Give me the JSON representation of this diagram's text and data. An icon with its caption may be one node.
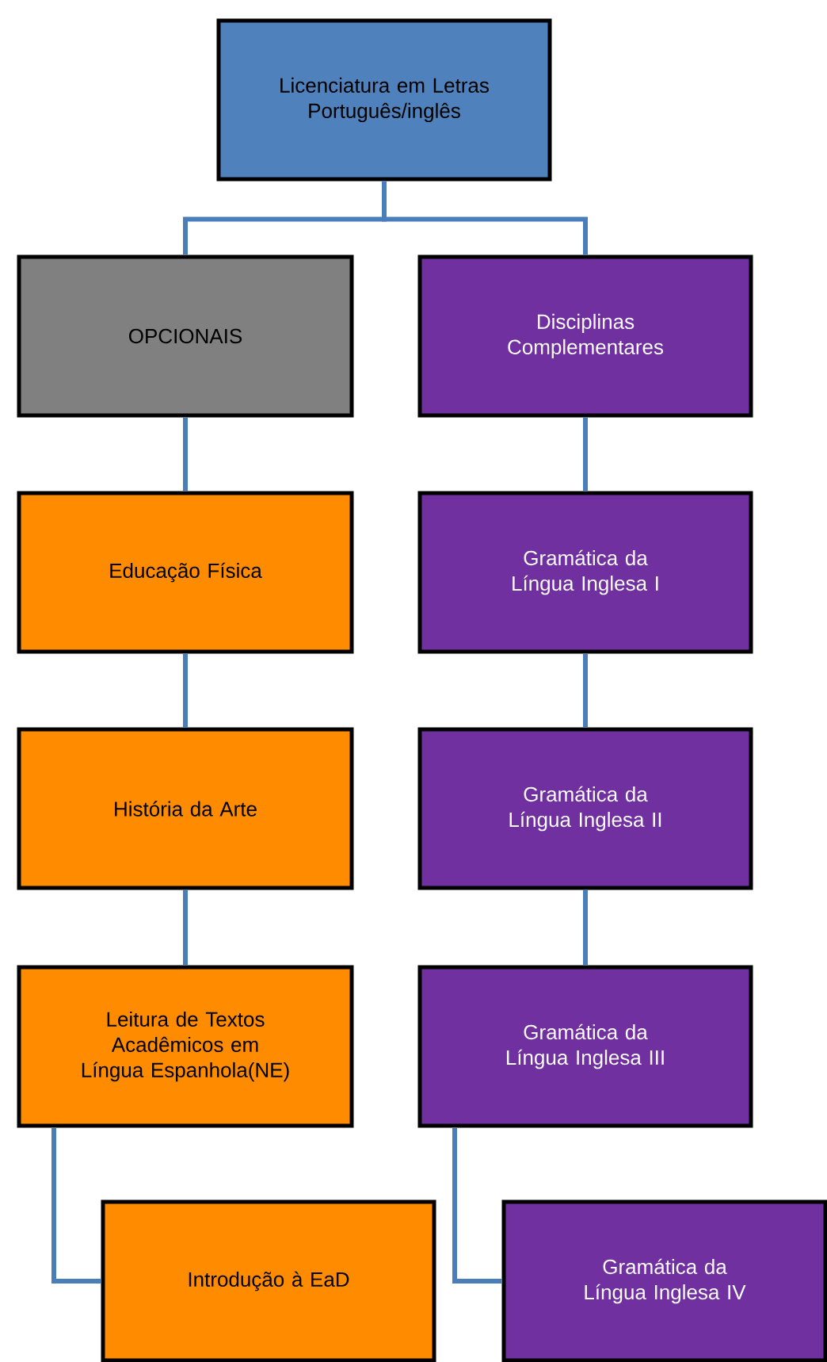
{
  "diagram": {
    "nodes": [
      {
        "text": [
          "Licenciatura em Letras Português/inglês"
        ]
      },
      {
        "text": [
          "OPCIONAIS"
        ]
      },
      {
        "text": [
          "Disciplinas Complementares"
        ]
      },
      {
        "text": [
          "Educação Física"
        ]
      },
      {
        "text": [
          "História da Arte"
        ]
      },
      {
        "text": [
          "Leitura de Textos Acadêmicos em Língua Espanhola(NE)"
        ]
      },
      {
        "text": [
          "Introdução à EaD"
        ]
      },
      {
        "text": [
          "Gramática da Língua Inglesa I"
        ]
      },
      {
        "text": [
          "Gramática da Língua Inglesa II"
        ]
      },
      {
        "text": [
          "Gramática da Língua Inglesa III"
        ]
      },
      {
        "text": [
          "Gramática da Língua Inglesa IV"
        ]
      }
    ],
    "edges": [
      {
        "from": 0,
        "to": 1,
        "arrow": "none"
      },
      {
        "from": 0,
        "to": 2,
        "arrow": "none"
      },
      {
        "from": 1,
        "to": 3,
        "arrow": "none"
      },
      {
        "from": 3,
        "to": 4,
        "arrow": "none"
      },
      {
        "from": 4,
        "to": 5,
        "arrow": "none"
      },
      {
        "from": 5,
        "to": 6,
        "arrow": "none"
      },
      {
        "from": 2,
        "to": 7,
        "arrow": "none"
      },
      {
        "from": 7,
        "to": 8,
        "arrow": "none"
      },
      {
        "from": 8,
        "to": 9,
        "arrow": "none"
      },
      {
        "from": 9,
        "to": 10,
        "arrow": "none"
      }
    ]
  }
}
